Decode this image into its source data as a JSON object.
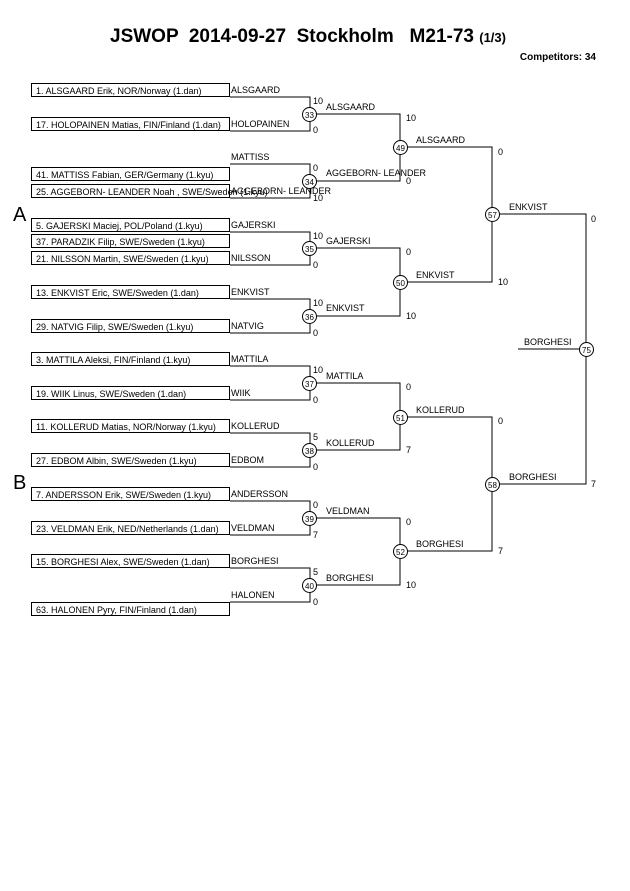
{
  "header": {
    "title": "JSWOP  2014-09-27  Stockholm   M21-73",
    "page": "(1/3)",
    "competitors": "Competitors: 34"
  },
  "pools": [
    "A",
    "B"
  ],
  "entries": [
    "1. ALSGAARD Erik, NOR/Norway (1.dan)",
    "17. HOLOPAINEN Matias, FIN/Finland (1.dan)",
    "41. MATTISS Fabian, GER/Germany (1.kyu)",
    "25. AGGEBORN- LEANDER Noah , SWE/Sweden (1.kyu)",
    "5. GAJERSKI Maciej, POL/Poland (1.kyu)",
    "37. PARADZIK Filip, SWE/Sweden (1.kyu)",
    "21. NILSSON Martin, SWE/Sweden (1.kyu)",
    "13. ENKVIST Eric, SWE/Sweden (1.dan)",
    "29. NATVIG Filip, SWE/Sweden (1.kyu)",
    "3. MATTILA Aleksi, FIN/Finland (1.kyu)",
    "19. WIIK Linus, SWE/Sweden (1.dan)",
    "11. KOLLERUD Matias, NOR/Norway (1.kyu)",
    "27. EDBOM Albin, SWE/Sweden (1.kyu)",
    "7. ANDERSSON Erik, SWE/Sweden (1.kyu)",
    "23. VELDMAN Erik, NED/Netherlands (1.dan)",
    "15. BORGHESI Alex, SWE/Sweden (1.dan)",
    "63. HALONEN Pyry, FIN/Finland (1.dan)"
  ],
  "labels": [
    "ALSGAARD",
    "HOLOPAINEN",
    "MATTISS",
    "AGGEBORN- LEANDER",
    "GAJERSKI",
    "NILSSON",
    "ENKVIST",
    "NATVIG",
    "MATTILA",
    "WIIK",
    "KOLLERUD",
    "EDBOM",
    "ANDERSSON",
    "VELDMAN",
    "BORGHESI",
    "HALONEN",
    "ALSGAARD",
    "AGGEBORN- LEANDER",
    "GAJERSKI",
    "ENKVIST",
    "MATTILA",
    "KOLLERUD",
    "VELDMAN",
    "BORGHESI",
    "ALSGAARD",
    "ENKVIST",
    "KOLLERUD",
    "BORGHESI",
    "ENKVIST",
    "BORGHESI",
    "BORGHESI"
  ],
  "scores": [
    "10",
    "0",
    "0",
    "10",
    "10",
    "0",
    "10",
    "0",
    "10",
    "0",
    "5",
    "0",
    "0",
    "7",
    "5",
    "0",
    "10",
    "0",
    "0",
    "10",
    "0",
    "7",
    "0",
    "10",
    "0",
    "10",
    "0",
    "7",
    "0",
    "7"
  ],
  "matches": [
    "33",
    "34",
    "35",
    "36",
    "37",
    "38",
    "39",
    "40",
    "49",
    "50",
    "51",
    "52",
    "57",
    "58",
    "75"
  ]
}
